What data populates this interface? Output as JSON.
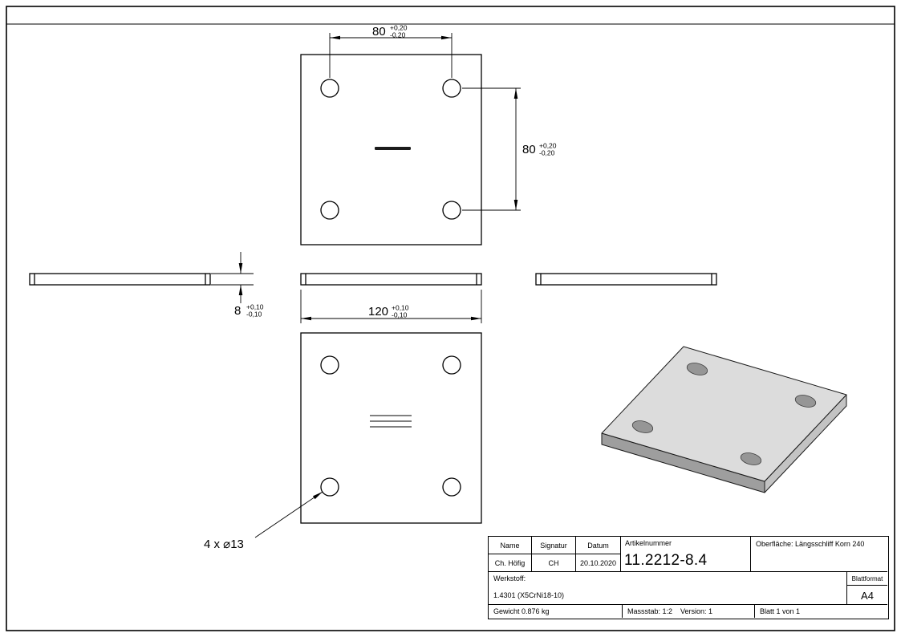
{
  "sheet": {
    "background": "#ffffff",
    "line_color": "#000000"
  },
  "dimensions": {
    "hole_spacing_x": {
      "value": "80",
      "tol_plus": "+0,20",
      "tol_minus": "-0,20"
    },
    "hole_spacing_y": {
      "value": "80",
      "tol_plus": "+0,20",
      "tol_minus": "-0,20"
    },
    "thickness": {
      "value": "8",
      "tol_plus": "+0,10",
      "tol_minus": "-0,10"
    },
    "plate_width": {
      "value": "120",
      "tol_plus": "+0,10",
      "tol_minus": "-0,10"
    },
    "holes_callout": "4 x ⌀13"
  },
  "title_block": {
    "header_name": "Name",
    "header_signatur": "Signatur",
    "header_datum": "Datum",
    "value_name": "Ch. Höfig",
    "value_signatur": "CH",
    "value_datum": "20.10.2020",
    "artikelnummer_label": "Artikelnummer",
    "artikelnummer_value": "11.2212-8.4",
    "oberflaeche": "Oberfläche:  Längsschliff Korn 240",
    "werkstoff_label": "Werkstoff:",
    "werkstoff_value": "1.4301 (X5CrNi18-10)",
    "blattformat_label": "Blattformat",
    "blattformat_value": "A4",
    "gewicht": "Gewicht 0.876 kg",
    "massstab": "Massstab: 1:2",
    "version": "Version: 1",
    "blatt": "Blatt 1 von 1"
  },
  "colors": {
    "iso_face_top": "#dcdcdc",
    "iso_face_left": "#9e9e9e",
    "iso_face_right": "#c3c3c3",
    "iso_hole": "#969696"
  }
}
